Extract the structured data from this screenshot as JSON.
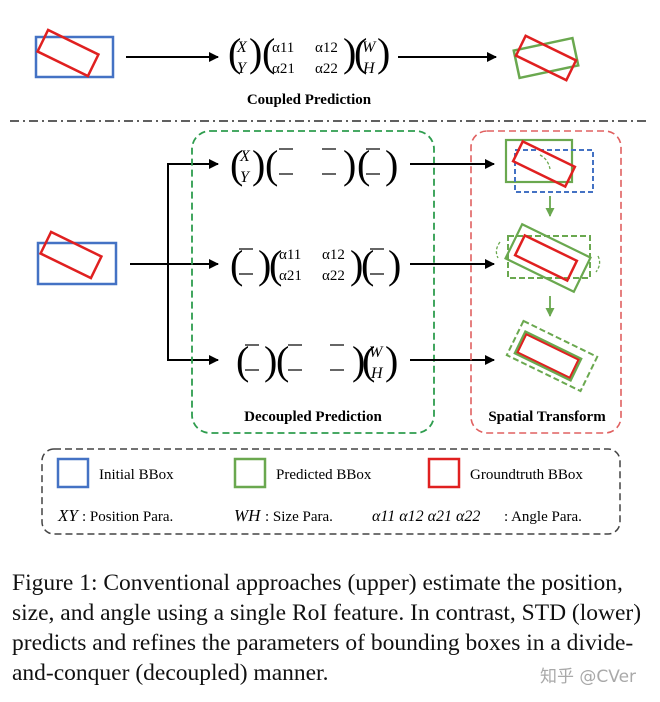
{
  "figure": {
    "upper": {
      "matrix": {
        "x": "X",
        "y": "Y",
        "a11": "α11",
        "a12": "α12",
        "a21": "α21",
        "a22": "α22",
        "w": "W",
        "h": "H"
      },
      "label": "Coupled Prediction"
    },
    "lower": {
      "row1": {
        "x": "X",
        "y": "Y"
      },
      "row2": {
        "a11": "α11",
        "a12": "α12",
        "a21": "α21",
        "a22": "α22"
      },
      "row3": {
        "w": "W",
        "h": "H"
      },
      "decoupled_label": "Decoupled Prediction",
      "transform_label": "Spatial Transform"
    },
    "legend": {
      "initial": "Initial BBox",
      "predicted": "Predicted BBox",
      "groundtruth": "Groundtruth BBox",
      "xy_sym": "XY",
      "xy_desc": ": Position Para.",
      "wh_sym": "WH",
      "wh_desc": ": Size Para.",
      "angle_sym": "α11 α12 α21 α22",
      "angle_desc": ": Angle Para."
    },
    "colors": {
      "initial": "#4472c4",
      "predicted": "#6aa84f",
      "groundtruth": "#e02020",
      "decoupled_box": "#2e9d4e",
      "transform_box": "#e06060",
      "legend_box": "#444444"
    }
  },
  "caption": "Figure 1: Conventional approaches (upper) estimate the position, size, and angle using a single RoI feature. In contrast, STD (lower) predicts and refines the parameters of bounding boxes in a divide-and-conquer (decoupled) manner.",
  "watermark": "知乎 @CVer"
}
